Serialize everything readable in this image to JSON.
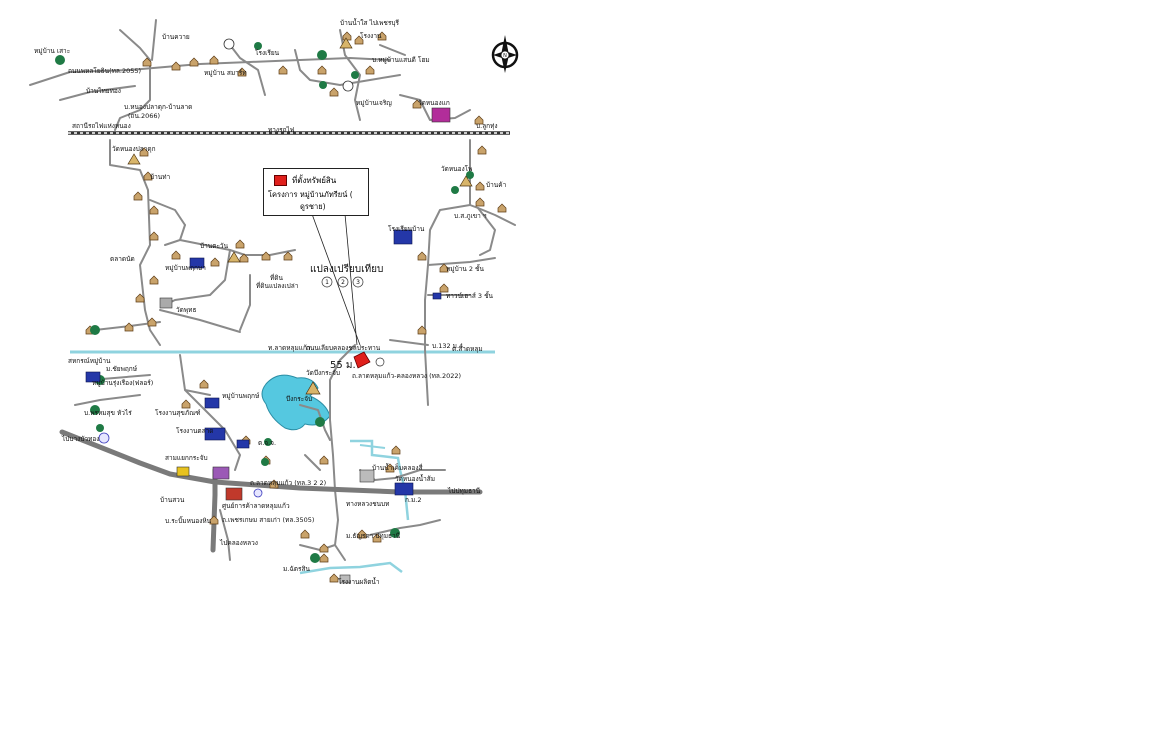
{
  "legend": {
    "symbol_label": "ที่ตั้งทรัพย์สิน",
    "project_line1": "โครงการ หมู่บ้านภัทรียน์ (",
    "project_line2": "ดูรชาย)"
  },
  "compass": {
    "letter": "N"
  },
  "colors": {
    "road": "#8a8a8a",
    "highway": "#7a7a7a",
    "railway": "#333333",
    "canal": "#8fd3df",
    "lake": "#55c8e0",
    "subject_site": "#e0201c",
    "government_icon": "#2437a8",
    "tree": "#1f7a45"
  },
  "labels": {
    "v_sao": "หมู่บ้าน เสาะ",
    "ban_thai": "บ้านไทยทอง",
    "road_lat": "ถนนพหลโยธิน(ทล.2055)",
    "ban_khwai": "บ้านควาย",
    "sta_rotfai": "สถานีรถไฟแห่งหนอง",
    "khana": "(ถน.2066)",
    "nong_pla": "บ.หนองปลาดุก-บ้านลาด",
    "rail_a": "ทางรถไฟ",
    "rail_b": "บ.ลูกทุ่ง",
    "wat_nongpla": "วัดหนองปลาดุก",
    "ban_tha": "บ้านท่า",
    "rong_rian_top": "โรงงาน",
    "hmb_sa": "หมู่บ้าน สมาร์ท",
    "hmb_charoen": "หมู่บ้านเจริญ",
    "hmb_mo": "บ.หมู่บ้านแสนดี โฮม",
    "school_top": "โรงเรียน",
    "wat_top": "วัดหนองแก",
    "lot_label": "แปลงเปรียบเทียบ",
    "num1": "1",
    "num2": "2",
    "num3": "3",
    "hmb_left": "หมู่บ้านพฤกษา",
    "tee_din": "ที่ดิน",
    "tee_din2": "ที่ดินแปลงเปล่า",
    "market": "ตลาดนัด",
    "phuttha": "วัดพุทธ",
    "tawan": "บ้านตะวัน",
    "wat_right": "วัดหนองโพ",
    "ban_right1": "บ้านค้า",
    "ban_right2": "บ.ส.ภูเขา ฯ",
    "school_right": "โรงเรียนบ้าน",
    "ban_right3": "หมู่บ้าน 2 ชั้น",
    "ban_right4": "ทาวน์เฮาส์ 3 ชั้น",
    "ban_right5": "บ.132 ม.4",
    "dist_left": "ท.ลาดหลุมแก้ว",
    "dist_road": "ถนนเลียบคลองชลประทาน",
    "dist_right": "ต.ลาดหลุม",
    "site_label": "55 ม.",
    "site_road": "ถ.ลาดหลุมแก้ว-คลองหลวง (ทล.2022)",
    "bueng": "บึงกระจับ",
    "wat_bueng": "วัดบึงกระจับ",
    "ban_left1": "สหกรณ์หมู่บ้าน",
    "ban_left2": "ม.ชัยพฤกษ์",
    "ban_left3": "หมู่บ้านรุ่งเรือง(ฟลอร์)",
    "ban_left4": "บ.พรหมสุข หัวไร่",
    "hmb_r": "หมู่บ้านพฤกษ์",
    "hmb_r2": "โรงงานสุขภัณฑ์",
    "hmb_r3": "โรงงานตลาด",
    "chan": "ต.จ.จ.",
    "main_road": "ถ.ลาดหลุมแก้ว (ทล.3 2 2)",
    "market_sam": "สามแยกกระจับ",
    "rong_phaya": "ศูนย์การค้าลาดหลุมแก้ว",
    "road_3": "ถ.เพชรเกษม สายเก่า (ทล.3505)",
    "ban_bottom1": "บ.ระบิ้มหนองหิน",
    "ban_bottom2": "บ้านสวน",
    "ban_bottom3": "ม.ฉัตรสิน",
    "ban_bottom4": "ม.ธัญรดา ปทุมธานี",
    "ban_bottom5": "โรงงานผลิตน้ำ",
    "km": "ก.ม.2",
    "to_city": "ไปปทุมธานี",
    "to_left": "ไปบางบัวทอง",
    "to_right": "ไปคลองหลวง",
    "nong_sam": "ทางหลวงชนบท",
    "ban_canal": "บ้านน้ำเค็มคลองสี่",
    "wat_l2": "วัดหนองน้ำส้ม",
    "ban_top_r": "บ้านน้ำใส ไปเพชรบุรี"
  }
}
